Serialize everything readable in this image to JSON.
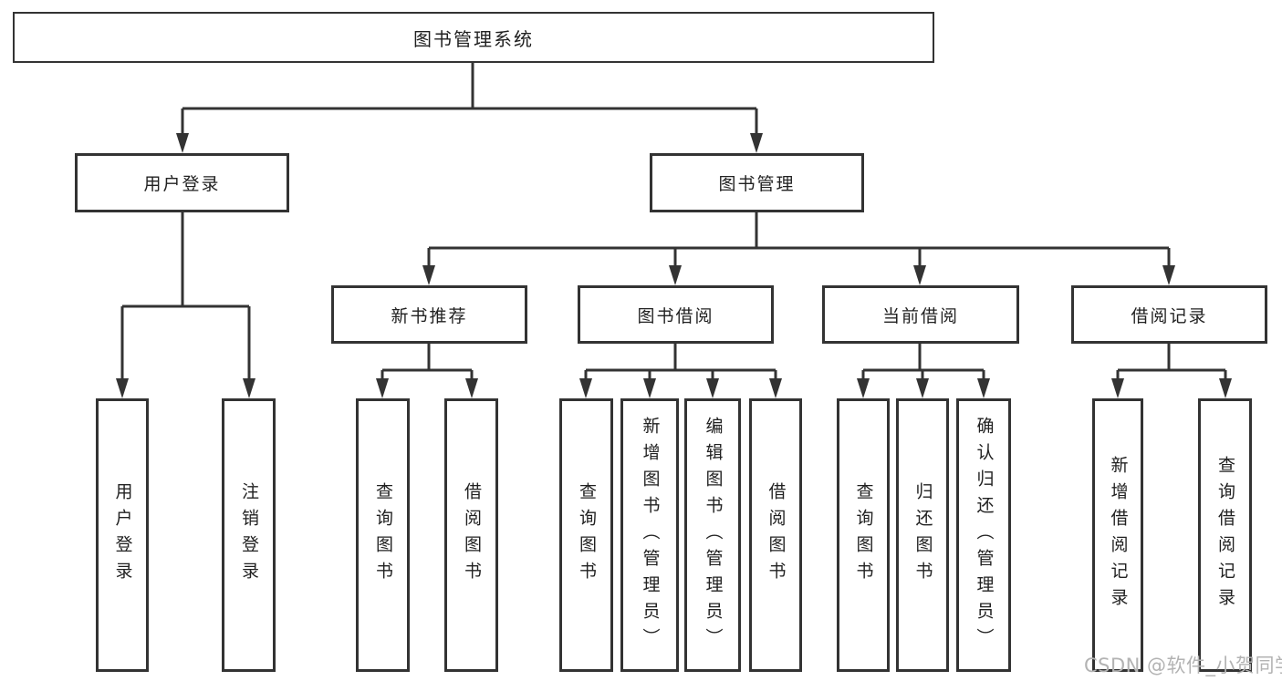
{
  "tree": {
    "label": "图书管理系统",
    "children": [
      {
        "label": "用户登录",
        "children": [
          {
            "label": "用户登录"
          },
          {
            "label": "注销登录"
          }
        ]
      },
      {
        "label": "图书管理",
        "children": [
          {
            "label": "新书推荐",
            "children": [
              {
                "label": "查询图书"
              },
              {
                "label": "借阅图书"
              }
            ]
          },
          {
            "label": "图书借阅",
            "children": [
              {
                "label": "查询图书"
              },
              {
                "label": "新增图书（管理员）"
              },
              {
                "label": "编辑图书（管理员）"
              },
              {
                "label": "借阅图书"
              }
            ]
          },
          {
            "label": "当前借阅",
            "children": [
              {
                "label": "查询图书"
              },
              {
                "label": "归还图书"
              },
              {
                "label": "确认归还（管理员）"
              }
            ]
          },
          {
            "label": "借阅记录",
            "children": [
              {
                "label": "新增借阅记录"
              },
              {
                "label": "查询借阅记录"
              }
            ]
          }
        ]
      }
    ]
  },
  "watermark": {
    "text": "CSDN @软件_小贺同学"
  },
  "colors": {
    "line": "#333333",
    "text": "#212121",
    "watermark": "#b3b3b3",
    "background": "#ffffff"
  }
}
